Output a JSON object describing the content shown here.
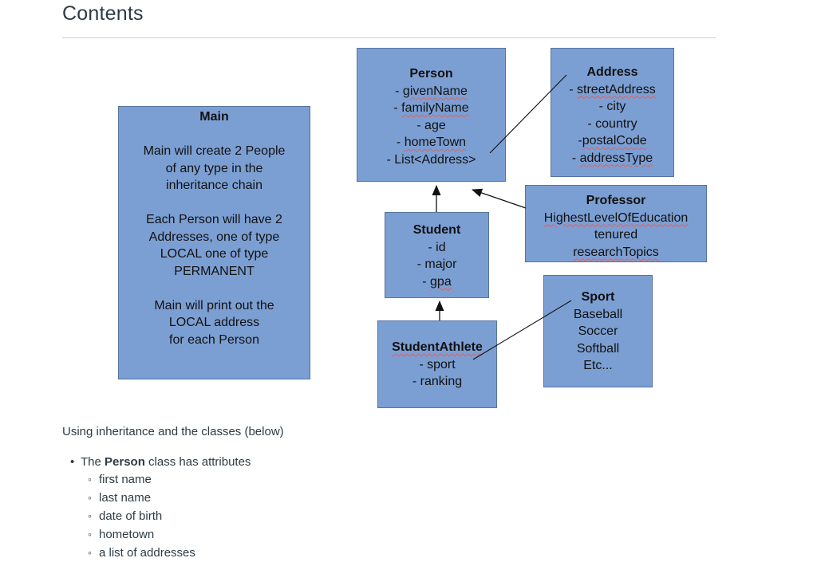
{
  "page": {
    "title": "Contents"
  },
  "colors": {
    "box_fill": "#7c9fd3",
    "box_border": "#54749e",
    "heading_text": "#2d3b45",
    "diagram_text": "#111111",
    "spellcheck_squiggle": "#e06060"
  },
  "diagram": {
    "main": {
      "title": "Main",
      "paragraphs": [
        [
          "Main will create 2 People",
          "of any type in the",
          "inheritance chain"
        ],
        [
          "Each Person will have 2",
          "Addresses, one of type",
          "LOCAL one of type",
          "PERMANENT"
        ],
        [
          "Main will print out the",
          "LOCAL address",
          "for each Person"
        ]
      ]
    },
    "person": {
      "title": "Person",
      "attrs": [
        {
          "prefix": "- ",
          "word": "givenName"
        },
        {
          "prefix": "- ",
          "word": "familyName"
        },
        {
          "text": "- age"
        },
        {
          "prefix": "- ",
          "word": "homeTown"
        },
        {
          "text": "- List<Address>"
        }
      ]
    },
    "address": {
      "title": "Address",
      "attrs": [
        {
          "prefix": "- ",
          "word": "streetAddress"
        },
        {
          "text": "- city"
        },
        {
          "text": "- country"
        },
        {
          "prefix": "-",
          "word": "postalCode"
        },
        {
          "prefix": "- ",
          "word": "addressType"
        }
      ]
    },
    "professor": {
      "title": "Professor",
      "attrs": [
        {
          "word": "HighestLevelOfEducation"
        },
        {
          "text": "tenured"
        },
        {
          "word": "researchTopics"
        }
      ]
    },
    "student": {
      "title": "Student",
      "attrs": [
        {
          "text": "- id"
        },
        {
          "text": "- major"
        },
        {
          "prefix": "- ",
          "word": "gpa"
        }
      ]
    },
    "sport": {
      "title": "Sport",
      "attrs": [
        {
          "text": "Baseball"
        },
        {
          "text": "Soccer"
        },
        {
          "text": "Softball"
        },
        {
          "text": "Etc..."
        }
      ]
    },
    "student_athlete": {
      "title": "StudentAthlete",
      "attrs": [
        {
          "text": "- sport"
        },
        {
          "text": "- ranking"
        }
      ]
    }
  },
  "notes": {
    "intro": "Using inheritance and the classes (below)",
    "bullet_glyph": "•",
    "circle_glyph": "◦",
    "person_bullet": {
      "pre": "The ",
      "bold": "Person",
      "post": " class has attributes"
    },
    "sub_items": [
      "first name",
      "last name",
      "date of birth",
      "hometown",
      "a list of addresses"
    ]
  }
}
